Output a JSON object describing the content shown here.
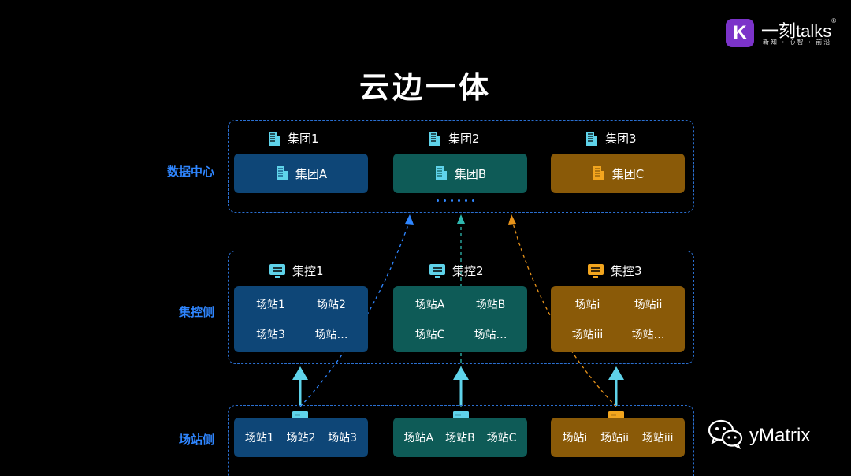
{
  "brand": {
    "logo_letter": "K",
    "name": "一刻talks",
    "registered": "®",
    "tagline": "新知 · 心智 · 前沿"
  },
  "title": "云边一体",
  "rows": {
    "datacenter": "数据中心",
    "control": "集控侧",
    "site": "场站侧"
  },
  "colors": {
    "blue": "#0e4677",
    "teal": "#0e5b57",
    "orange": "#8a5a08",
    "frame": "#2a6fd1",
    "arrow": "#5fd3ea",
    "orange_line": "#e8931a"
  },
  "groups": [
    {
      "label": "集团1",
      "card": "集团A",
      "icon": "building-icon",
      "icon_color": "#5fd3ea"
    },
    {
      "label": "集团2",
      "card": "集团B",
      "icon": "building-icon",
      "icon_color": "#5fd3ea"
    },
    {
      "label": "集团3",
      "card": "集团C",
      "icon": "building-icon",
      "icon_color": "#f2a51e"
    }
  ],
  "controls": [
    {
      "label": "集控1",
      "icon": "monitor-icon",
      "icon_color": "#5fd3ea",
      "sites": [
        "场站1",
        "场站2",
        "场站3",
        "场站…"
      ]
    },
    {
      "label": "集控2",
      "icon": "monitor-icon",
      "icon_color": "#5fd3ea",
      "sites": [
        "场站A",
        "场站B",
        "场站C",
        "场站…"
      ]
    },
    {
      "label": "集控3",
      "icon": "monitor-icon",
      "icon_color": "#f2a51e",
      "sites": [
        "场站i",
        "场站ii",
        "场站iii",
        "场站…"
      ]
    }
  ],
  "site_cards": [
    {
      "sites": [
        "场站1",
        "场站2",
        "场站3"
      ],
      "icon_color": "#5fd3ea"
    },
    {
      "sites": [
        "场站A",
        "场站B",
        "场站C"
      ],
      "icon_color": "#5fd3ea"
    },
    {
      "sites": [
        "场站i",
        "场站ii",
        "场站iii"
      ],
      "icon_color": "#f2a51e"
    }
  ],
  "watermark": {
    "icon": "wechat-icon",
    "text": "yMatrix"
  }
}
